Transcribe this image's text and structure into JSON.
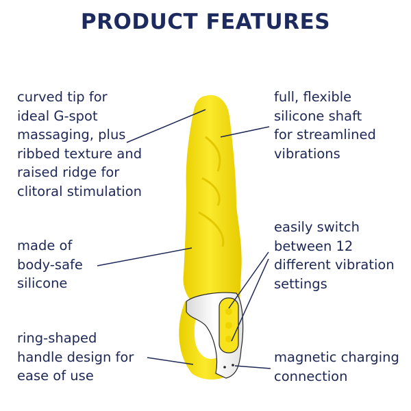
{
  "title": "PRODUCT FEATURES",
  "features": [
    {
      "text": "curved tip for\nideal G-spot\nmassaging, plus\nribbed texture and\nraised ridge for\nclitoral stimulation"
    },
    {
      "text": "full, flexible\nsilicone shaft\nfor streamlined\nvibrations"
    },
    {
      "text": "made of\nbody-safe\nsilicone"
    },
    {
      "text": "easily switch\nbetween 12\ndifferent vibration\nsettings"
    },
    {
      "text": "ring-shaped\nhandle design for\nease of use"
    },
    {
      "text": "magnetic charging\nconnection"
    }
  ],
  "colors": {
    "text": "#1d2755",
    "product_yellow": "#f7e21b",
    "handle_white": "#f2f2f2"
  }
}
